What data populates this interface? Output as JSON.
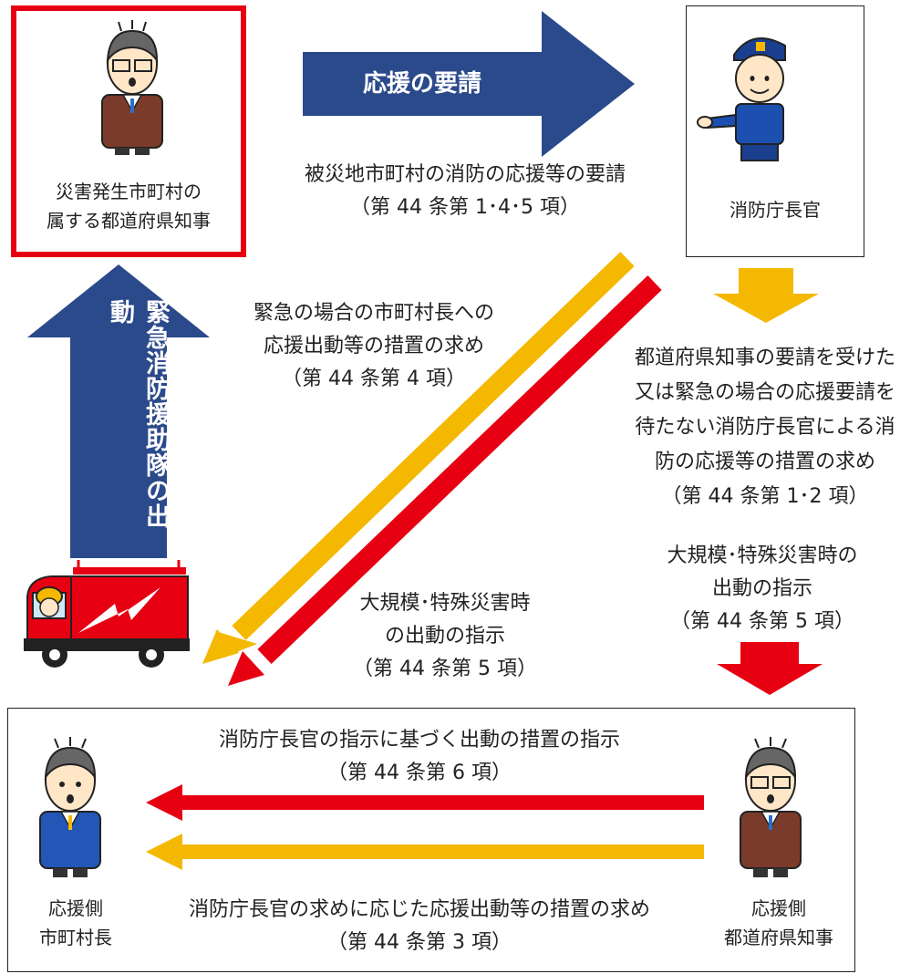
{
  "top_left": {
    "line1": "災害発生市町村の",
    "line2": "属する都道府県知事"
  },
  "top_right": {
    "label": "消防庁長官"
  },
  "request_arrow": {
    "label": "応援の要請"
  },
  "request_text": {
    "line1": "被災地市町村の消防の応援等の要請",
    "line2": "（第 44 条第 1･4･5 項）"
  },
  "emergency_arrow": {
    "label": "緊急消防援助隊の出動"
  },
  "mayor_request": {
    "line1": "緊急の場合の市町村長への",
    "line2": "応援出動等の措置の求め",
    "line3": "（第 44 条第 4 項）"
  },
  "chief_request": {
    "line1": "都道府県知事の要請を受けた",
    "line2": "又は緊急の場合の応援要請を",
    "line3": "待たない消防庁長官による消",
    "line4": "防の応援等の措置の求め",
    "line5": "（第 44 条第 1･2 項）"
  },
  "disaster_right": {
    "line1": "大規模･特殊災害時の",
    "line2": "出動の指示",
    "line3": "（第 44 条第 5 項）"
  },
  "disaster_center": {
    "line1": "大規模･特殊災害時",
    "line2": "の出動の指示",
    "line3": "（第 44 条第 5 項）"
  },
  "bottom": {
    "top_line1": "消防庁長官の指示に基づく出動の措置の指示",
    "top_line2": "（第 44 条第 6 項）",
    "bottom_line1": "消防庁長官の求めに応じた応援出動等の措置の求め",
    "bottom_line2": "（第 44 条第 3 項）",
    "left_line1": "応援側",
    "left_line2": "市町村長",
    "right_line1": "応援側",
    "right_line2": "都道府県知事"
  },
  "colors": {
    "navy": "#2b4a8b",
    "red": "#e60012",
    "yellow": "#f5b800"
  }
}
